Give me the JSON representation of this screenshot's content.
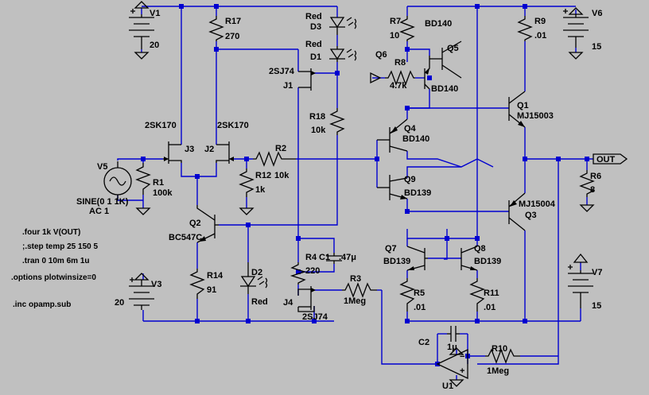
{
  "components": {
    "V1": {
      "name": "V1",
      "value": "20"
    },
    "V3": {
      "name": "V3",
      "value": "20"
    },
    "V5": {
      "name": "V5",
      "value1": "SINE(0 1 1K)",
      "value2": "AC 1"
    },
    "V6": {
      "name": "V6",
      "value": "15"
    },
    "V7": {
      "name": "V7",
      "value": "15"
    },
    "R1": {
      "name": "R1",
      "value": "100k"
    },
    "R2": {
      "name": "R2",
      "value": "10k"
    },
    "R3": {
      "name": "R3",
      "value": "1Meg"
    },
    "R4": {
      "name": "R4",
      "value": "220"
    },
    "R5": {
      "name": "R5",
      "value": ".01"
    },
    "R6": {
      "name": "R6",
      "value": "8"
    },
    "R7": {
      "name": "R7",
      "value": "10"
    },
    "R8": {
      "name": "R8",
      "value": "4.7k"
    },
    "R9": {
      "name": "R9",
      "value": ".01"
    },
    "R10": {
      "name": "R10",
      "value": "1Meg"
    },
    "R11": {
      "name": "R11",
      "value": ".01"
    },
    "R12": {
      "name": "R12",
      "value": "1k"
    },
    "R14": {
      "name": "R14",
      "value": "91"
    },
    "R17": {
      "name": "R17",
      "value": "270"
    },
    "R18": {
      "name": "R18",
      "value": "10k"
    },
    "C1": {
      "name": "C1",
      "value": ".47μ"
    },
    "C2": {
      "name": "C2",
      "value": "1μ"
    },
    "D1": {
      "name": "D1",
      "value": "Red"
    },
    "D2": {
      "name": "D2",
      "value": "Red"
    },
    "D3": {
      "name": "D3",
      "value": "Red"
    },
    "J1": {
      "name": "J1",
      "value": "2SJ74"
    },
    "J2": {
      "name": "J2",
      "value": "2SK170"
    },
    "J3": {
      "name": "J3",
      "value": "2SK170"
    },
    "J4": {
      "name": "J4",
      "value": "2SJ74"
    },
    "Q1": {
      "name": "Q1",
      "value": "MJ15003"
    },
    "Q2": {
      "name": "Q2",
      "value": "BC547C"
    },
    "Q3": {
      "name": "Q3",
      "value": "MJ15004"
    },
    "Q4": {
      "name": "Q4",
      "value": "BD140"
    },
    "Q5": {
      "name": "Q5",
      "value": "BD140"
    },
    "Q6": {
      "name": "Q6",
      "value": "BD140"
    },
    "Q7": {
      "name": "Q7",
      "value": "BD139"
    },
    "Q8": {
      "name": "Q8",
      "value": "BD139"
    },
    "Q9": {
      "name": "Q9",
      "value": "BD139"
    },
    "U1": {
      "name": "U1"
    }
  },
  "net_labels": {
    "out": "OUT"
  },
  "directives": [
    ".four 1k V(OUT)",
    ";.step temp 25  150 5",
    ".tran 0 10m 6m 1u",
    ".options plotwinsize=0",
    ".inc opamp.sub"
  ]
}
